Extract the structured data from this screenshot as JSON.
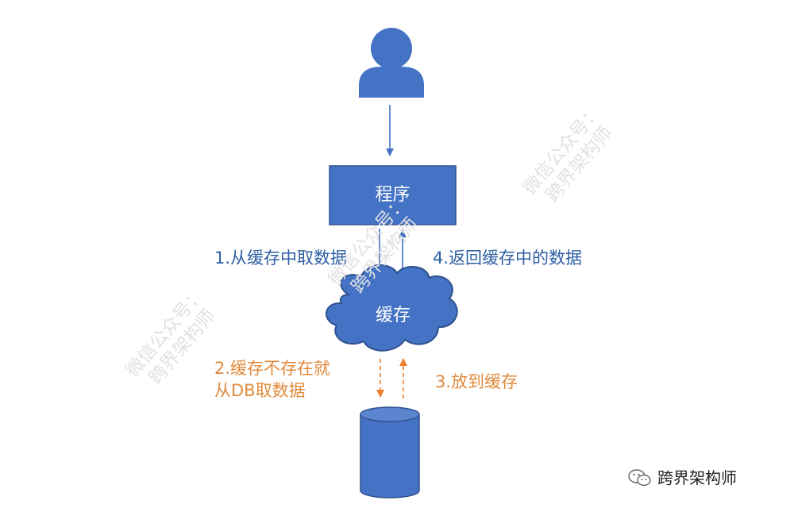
{
  "colors": {
    "shape_fill": "#4472c4",
    "shape_stroke": "#2f528f",
    "arrow_blue": "#4472c4",
    "arrow_orange": "#ed7d31",
    "label_blue": "#2e5fa3",
    "label_orange": "#e08a3c",
    "white_text": "#ffffff"
  },
  "nodes": {
    "user": {
      "icon": "user-icon"
    },
    "program": {
      "label": "程序"
    },
    "cache": {
      "label": "缓存"
    },
    "database": {
      "icon": "database-cylinder"
    }
  },
  "edges": {
    "step1": "1.从缓存中取数据",
    "step2_line1": "2.缓存不存在就",
    "step2_line2": "从DB取数据",
    "step3": "3.放到缓存",
    "step4": "4.返回缓存中的数据"
  },
  "watermark": {
    "line1": "微信公众号：",
    "line2": "跨界架构师"
  },
  "brand": {
    "icon": "wechat-icon",
    "name": "跨界架构师"
  }
}
